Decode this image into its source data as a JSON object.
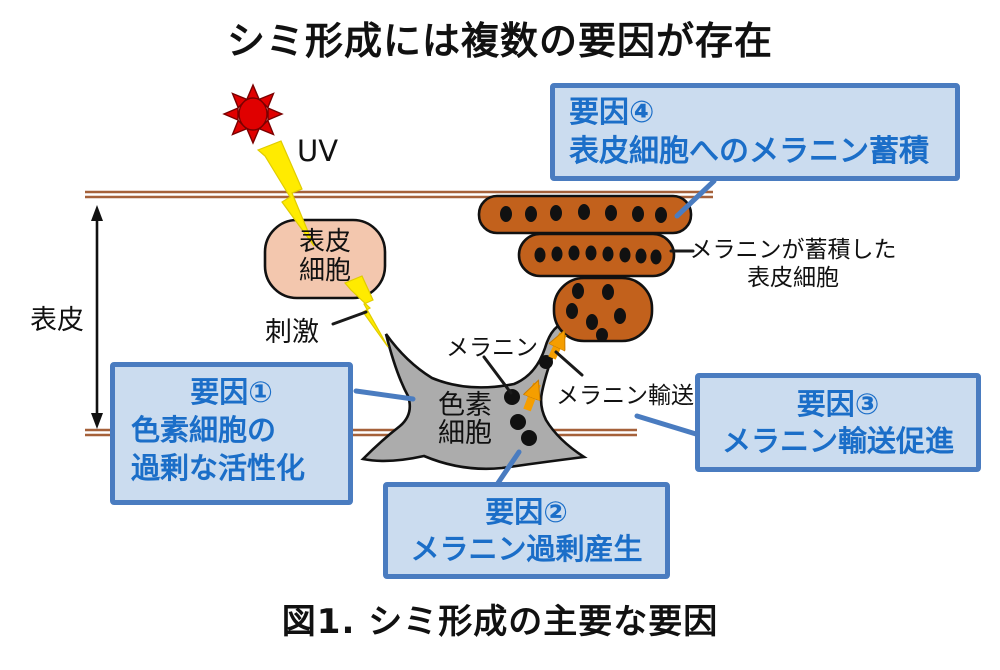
{
  "title": "シミ形成には複数の要因が存在",
  "caption": "図1. シミ形成の主要な要因",
  "labels": {
    "uv": "UV",
    "epidermis": "表皮",
    "stimulus": "刺激",
    "melanin": "メラニン",
    "melanin_transport": "メラニン輸送",
    "accumulated_line1": "メラニンが蓄積した",
    "accumulated_line2": "表皮細胞"
  },
  "cells": {
    "epidermal_cell": {
      "line1": "表皮",
      "line2": "細胞"
    },
    "pigment_cell": {
      "line1": "色素",
      "line2": "細胞"
    }
  },
  "factors": [
    {
      "title": "要因①",
      "lines": [
        "色素細胞の",
        "過剰な活性化"
      ]
    },
    {
      "title": "要因②",
      "lines": [
        "メラニン過剰産生"
      ]
    },
    {
      "title": "要因③",
      "lines": [
        "メラニン輸送促進"
      ]
    },
    {
      "title": "要因④",
      "lines": [
        "表皮細胞へのメラニン蓄積"
      ]
    }
  ],
  "icons": {
    "sun": "sun-icon",
    "uv_bolt": "lightning-bolt-icon",
    "stimulus_bolt": "lightning-bolt-icon",
    "transport_arrows": "up-arrow-icon",
    "epidermis_range_arrow": "double-headed-arrow-icon"
  },
  "colors": {
    "factor_box_bg": "#CBDCEF",
    "factor_box_border": "#4A7CC0",
    "factor_text_blue": "#1B6EC8",
    "connector_blue": "#4A7CC0",
    "skin_line_brown": "#A5613A",
    "sun_red": "#E00000",
    "bolt_yellow": "#FFEB00",
    "epidermal_cell_fill": "#F3C7AE",
    "melanin_cell_fill": "#C2611C",
    "pigment_cell_fill": "#ACACAC",
    "melanin_dot": "#111111",
    "transport_arrow_orange": "#F59E00"
  }
}
